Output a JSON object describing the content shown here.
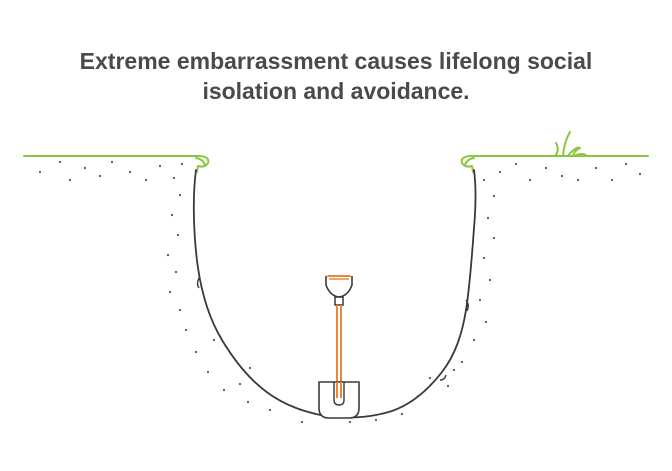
{
  "title": {
    "line1": "Extreme embarrassment causes lifelong social",
    "line2": "isolation and avoidance."
  },
  "icons": [
    "ground-line",
    "grass-tuft",
    "pit-outline",
    "shovel-icon",
    "soil-dots"
  ],
  "colors": {
    "text": "#4a4a4a",
    "ground": "#8cc63f",
    "pit_outline": "#3a3a3a",
    "shovel_handle": "#e8883a",
    "shovel_outline": "#3a3a3a",
    "dots": "#555555"
  }
}
